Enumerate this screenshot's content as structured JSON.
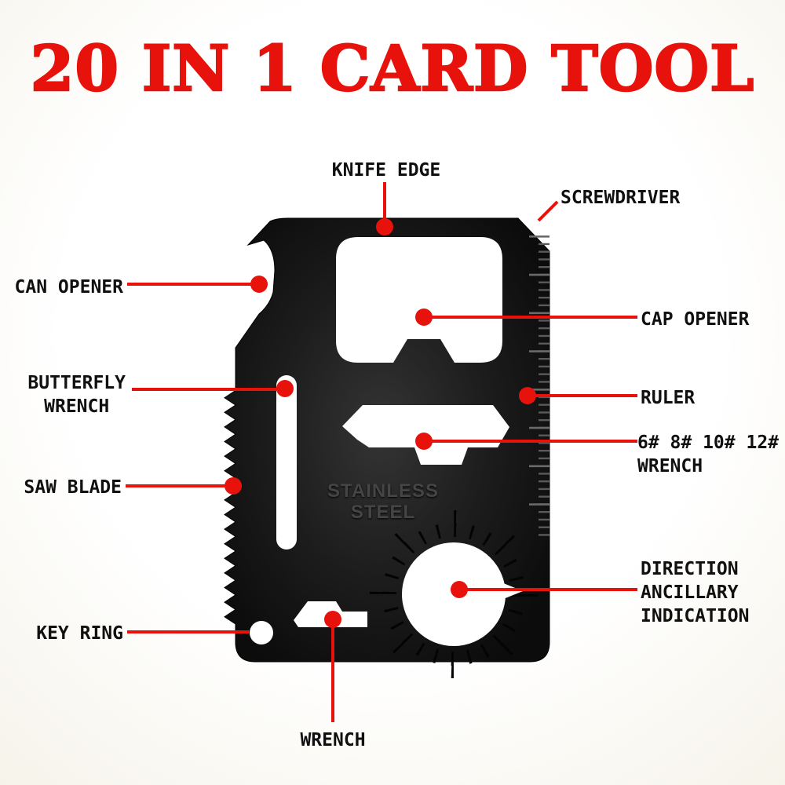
{
  "title": "20 IN 1 CARD TOOL",
  "card": {
    "engraving": "STAINLESS\nSTEEL"
  },
  "callouts": {
    "knife_edge": {
      "label": "KNIFE EDGE"
    },
    "screwdriver": {
      "label": "SCREWDRIVER"
    },
    "can_opener": {
      "label": "CAN OPENER"
    },
    "cap_opener": {
      "label": "CAP OPENER"
    },
    "butterfly_wrench": {
      "label": "BUTTERFLY\nWRENCH"
    },
    "ruler": {
      "label": "RULER"
    },
    "saw_blade": {
      "label": "SAW BLADE"
    },
    "hex_wrench_sizes": {
      "label": "6# 8# 10# 12#\nWRENCH"
    },
    "key_ring": {
      "label": "KEY RING"
    },
    "direction_ancillary_indication": {
      "label": "DIRECTION\nANCILLARY\nINDICATION"
    },
    "wrench": {
      "label": "WRENCH"
    }
  },
  "colors": {
    "accent_red": "#e8120c",
    "card_black": "#1a1a1a",
    "background": "#ffffff"
  }
}
